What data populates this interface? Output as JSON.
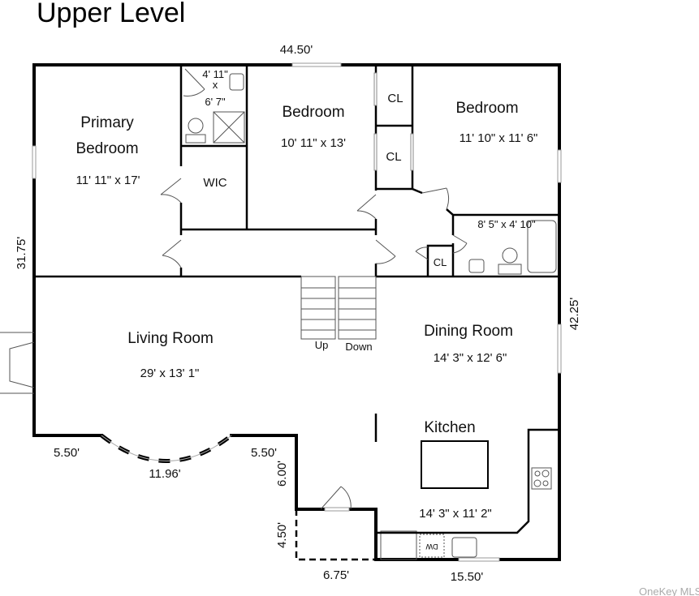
{
  "title": "Upper Level",
  "rooms": {
    "primary_bedroom": {
      "name_line1": "Primary",
      "name_line2": "Bedroom",
      "size": "11' 11\" x 17'"
    },
    "bath1": {
      "size_line1": "4' 11\"",
      "size_line2": "x",
      "size_line3": "6' 7\""
    },
    "wic": {
      "name": "WIC"
    },
    "bedroom2": {
      "name": "Bedroom",
      "size": "10' 11\" x 13'"
    },
    "closet1": {
      "name": "CL"
    },
    "closet2": {
      "name": "CL"
    },
    "closet3": {
      "name": "CL"
    },
    "bedroom3": {
      "name": "Bedroom",
      "size": "11' 10\" x 11' 6\""
    },
    "bath2": {
      "size": "8' 5\" x 4' 10\""
    },
    "living_room": {
      "name": "Living Room",
      "size": "29' x 13' 1\""
    },
    "dining_room": {
      "name": "Dining Room",
      "size": "14' 3\" x 12' 6\""
    },
    "kitchen": {
      "name": "Kitchen",
      "size": "14' 3\" x 11' 2\"",
      "dishwasher": "DW"
    }
  },
  "stairs": {
    "up": "Up",
    "down": "Down"
  },
  "dimensions": {
    "top": "44.50'",
    "left": "31.75'",
    "right": "42.25'",
    "bay_left": "5.50'",
    "bay": "11.96'",
    "bay_right": "5.50'",
    "entry_side": "6.00'",
    "porch_side": "4.50'",
    "porch_bottom": "6.75'",
    "kitchen_bottom": "15.50'"
  },
  "watermark": "OneKey MLS"
}
